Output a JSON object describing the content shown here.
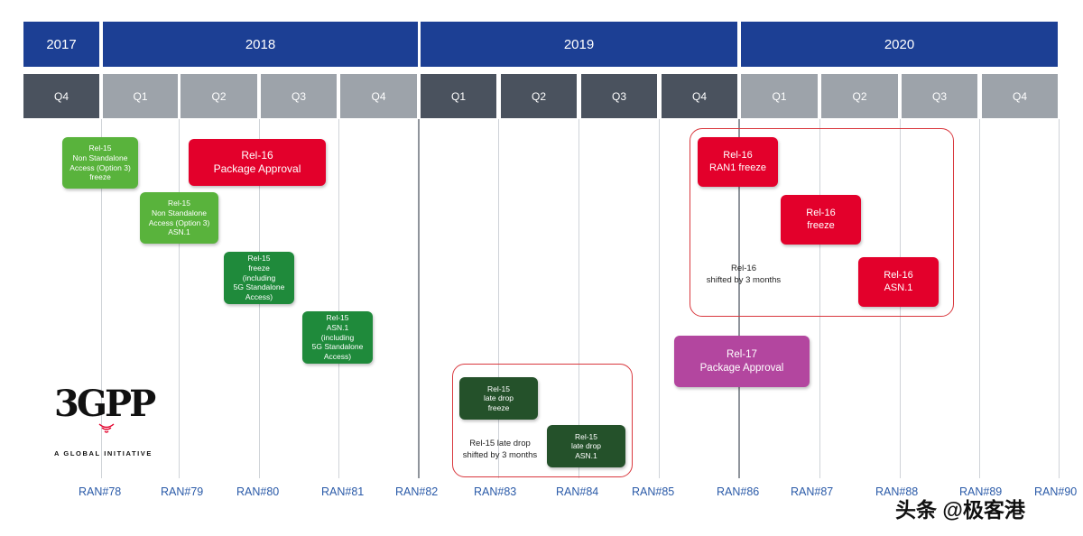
{
  "years": [
    "2017",
    "2018",
    "2019",
    "2020"
  ],
  "quarters": [
    "Q4",
    "Q1",
    "Q2",
    "Q3",
    "Q4",
    "Q1",
    "Q2",
    "Q3",
    "Q4",
    "Q1",
    "Q2",
    "Q3",
    "Q4"
  ],
  "milestones": {
    "rel15_nsa_freeze": "Rel-15\nNon Standalone\nAccess (Option 3)\nfreeze",
    "rel15_nsa_asn1": "Rel-15\nNon Standalone\nAccess (Option 3)\nASN.1",
    "rel15_freeze": "Rel-15\nfreeze\n(including\n5G Standalone\nAccess)",
    "rel15_asn1": "Rel-15\nASN.1\n(including\n5G Standalone\nAccess)",
    "rel16_package": "Rel-16\nPackage Approval",
    "rel15_late_freeze": "Rel-15\nlate drop\nfreeze",
    "rel15_late_asn1": "Rel-15\nlate drop\nASN.1",
    "rel17_package": "Rel-17\nPackage Approval",
    "rel16_ran1": "Rel-16\nRAN1 freeze",
    "rel16_freeze": "Rel-16\nfreeze",
    "rel16_asn1": "Rel-16\nASN.1"
  },
  "notes": {
    "rel15_late_shift": "Rel-15 late drop\nshifted by 3 months",
    "rel16_shift": "Rel-16\nshifted by 3 months"
  },
  "ran_meetings": [
    "RAN#78",
    "RAN#79",
    "RAN#80",
    "RAN#81",
    "RAN#82",
    "RAN#83",
    "RAN#84",
    "RAN#85",
    "RAN#86",
    "RAN#87",
    "RAN#88",
    "RAN#89",
    "RAN#90"
  ],
  "logo": {
    "name": "3GPP",
    "tagline": "A GLOBAL INITIATIVE"
  },
  "watermark": "头条 @极客港",
  "colors": {
    "year_header": "#1c3f94",
    "quarter_dark": "#4a525e",
    "quarter_light": "#9da3aa",
    "light_green": "#59b33c",
    "green": "#1f8a3b",
    "dark_green": "#24512a",
    "red": "#e3002b",
    "purple": "#b3469f",
    "ran_text": "#2a5aa8"
  }
}
